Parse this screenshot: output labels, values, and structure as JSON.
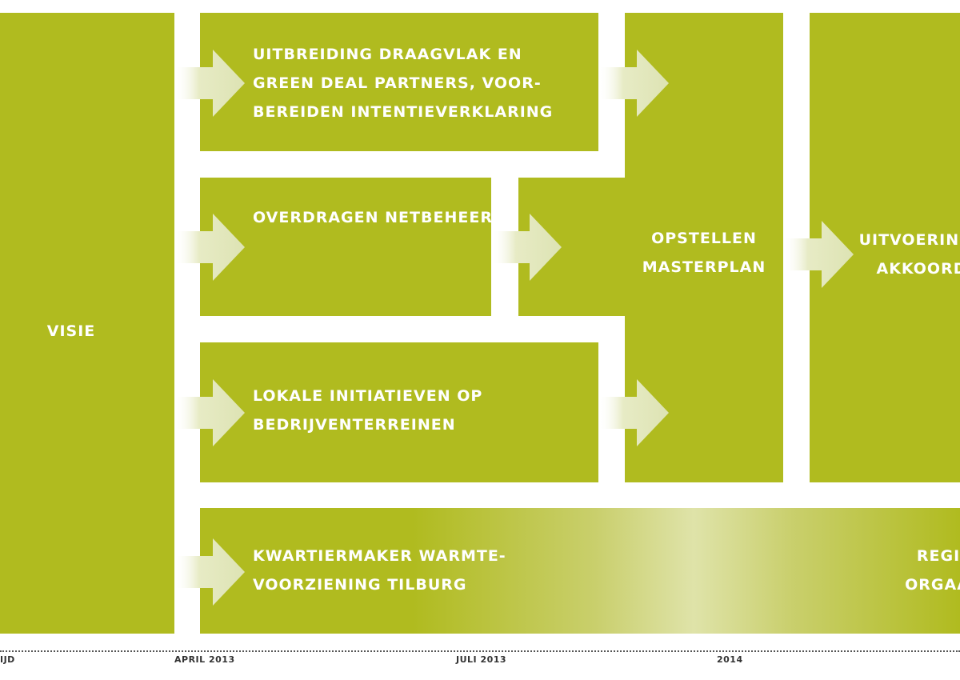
{
  "colors": {
    "box": "#b0bb1f",
    "arrow_tip": "#dde3b3",
    "background": "#ffffff"
  },
  "boxes": {
    "visie": "VISIE",
    "draagvlak": "UITBREIDING DRAAGVLAK EN\nGREEN DEAL PARTNERS, VOOR-\nBEREIDEN INTENTIEVERKLARING",
    "netbeheer": "OVERDRAGEN NETBEHEER",
    "lokale": "LOKALE INITIATIEVEN OP\nBEDRIJVENTERREINEN",
    "masterplan": "OPSTELLEN\nMASTERPLAN",
    "uitvoering": "UITVOERINGS\nAKKOORD",
    "kwartiermaker": "KWARTIERMAKER WARMTE-\nVOORZIENING TILBURG",
    "regie": "REGIE\nORGAAN"
  },
  "timeline": {
    "tick_0": "IJD",
    "tick_1": "APRIL 2013",
    "tick_2": "JULI 2013",
    "tick_3": "2014"
  },
  "arrow_icon": "right-arrow-icon"
}
